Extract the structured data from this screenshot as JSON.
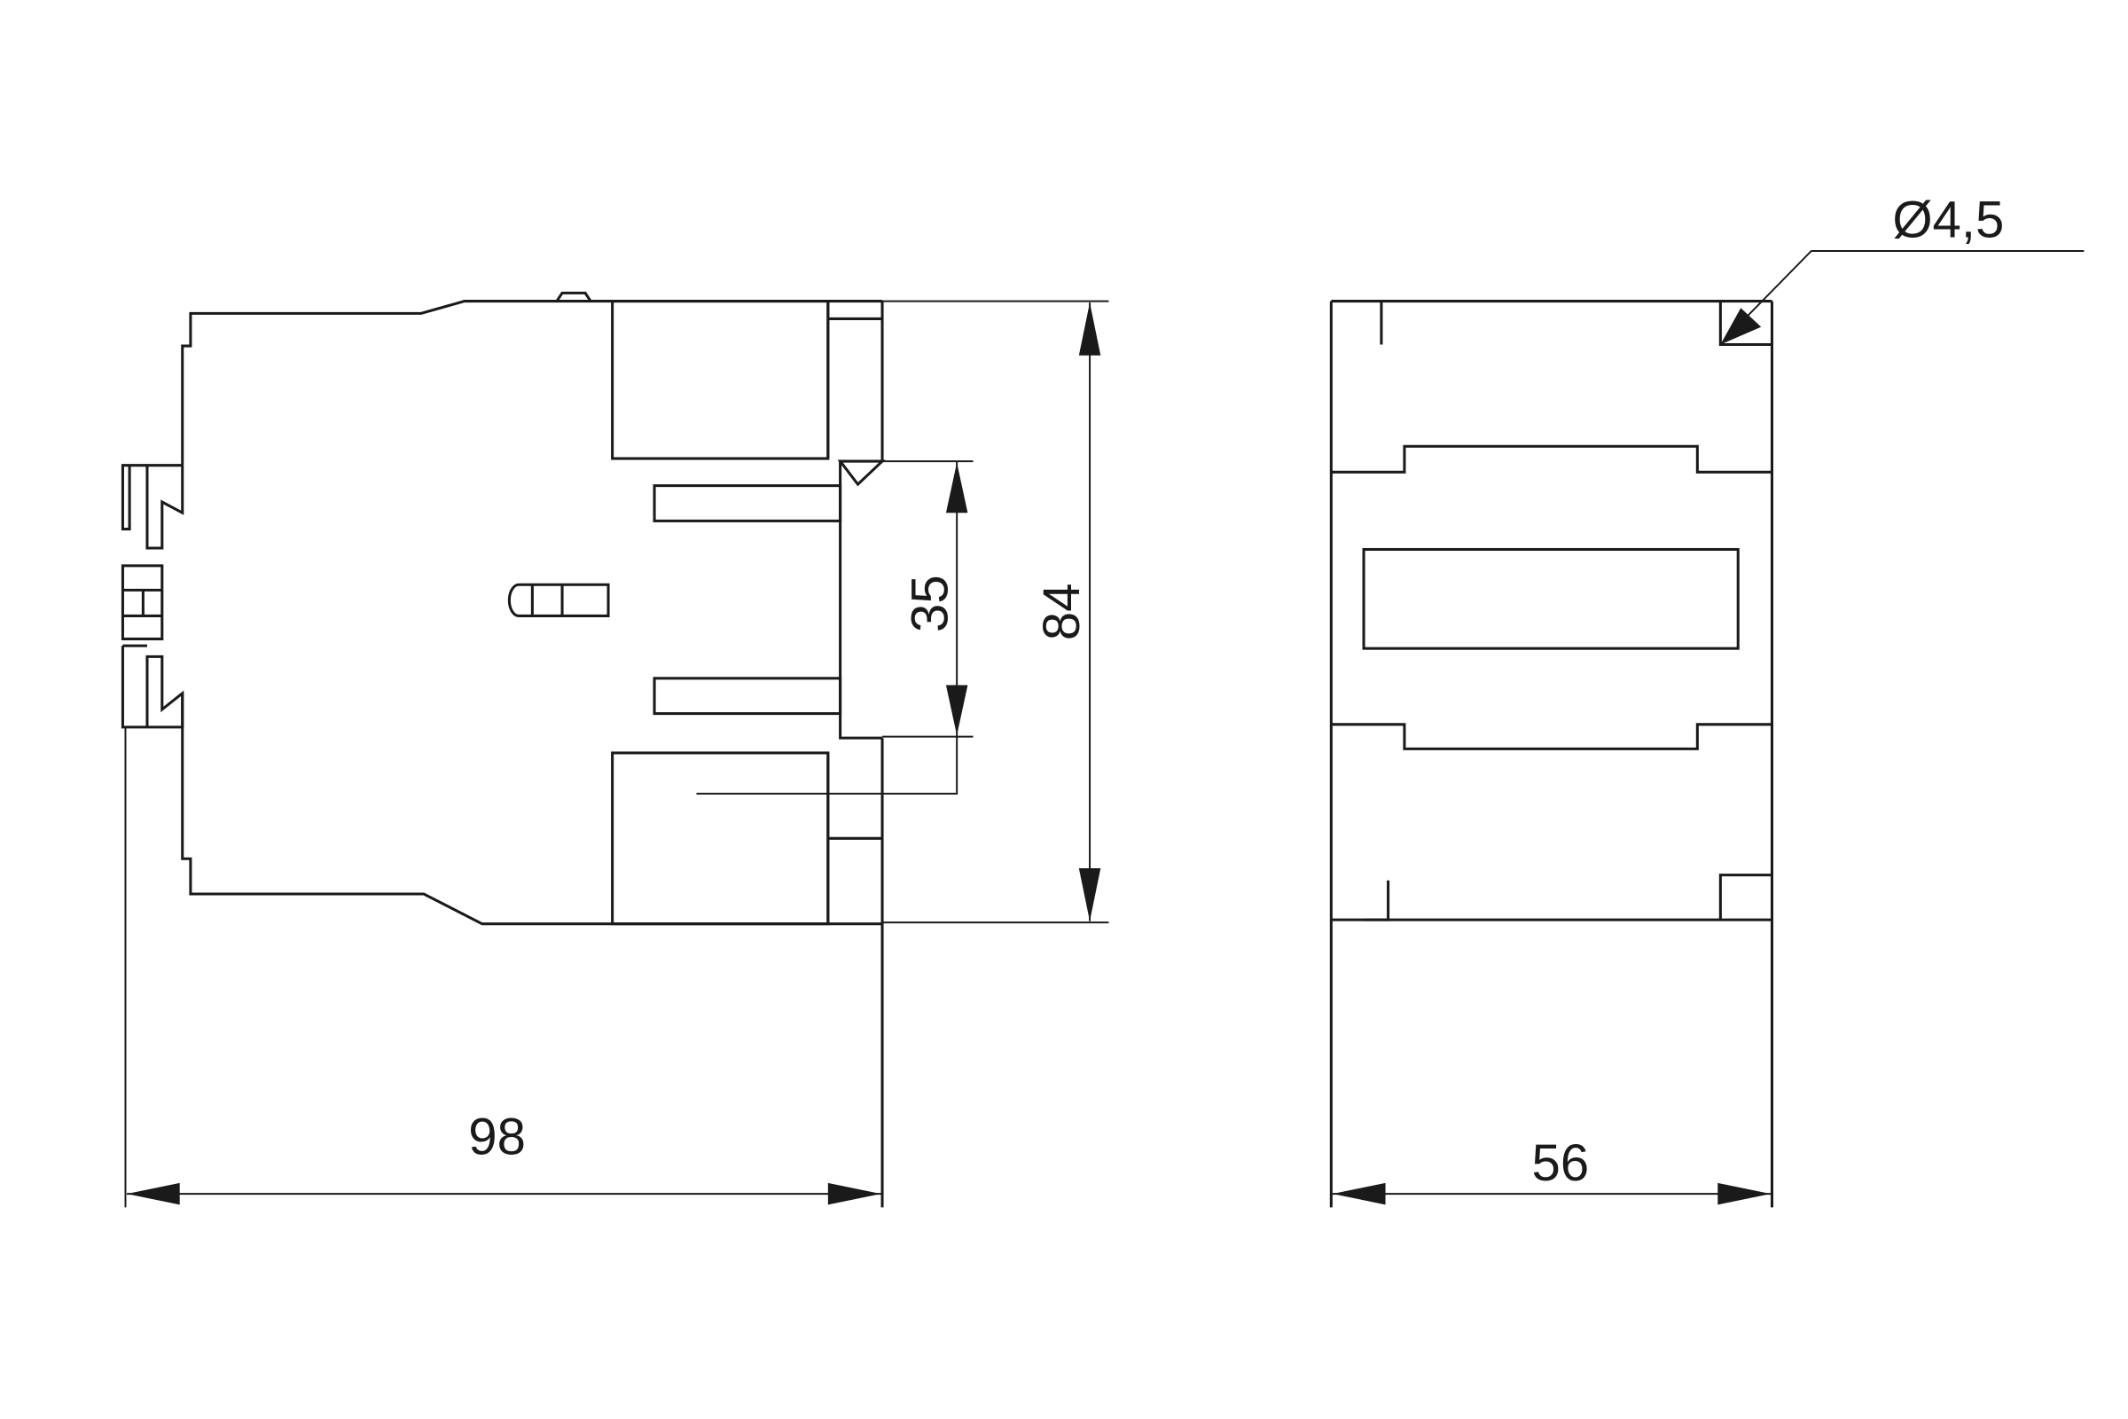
{
  "side_view": {
    "width_dimension": "98",
    "height_dimension": "84",
    "rail_dimension": "35"
  },
  "front_view": {
    "width_dimension": "56",
    "hole_diameter": "Ø4,5"
  }
}
